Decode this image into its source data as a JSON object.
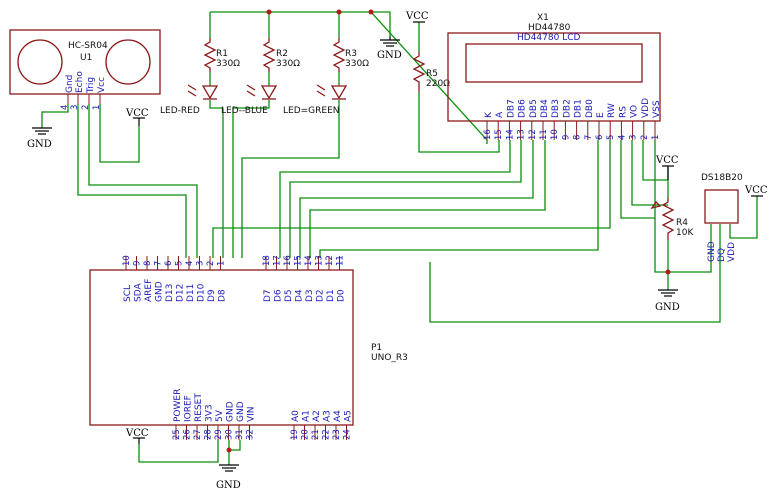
{
  "sensor": {
    "name": "HC-SR04",
    "ref": "U1",
    "pins": [
      {
        "num": "4",
        "label": "Gnd"
      },
      {
        "num": "3",
        "label": "Echo"
      },
      {
        "num": "2",
        "label": "Trig"
      },
      {
        "num": "1",
        "label": "Vcc"
      }
    ]
  },
  "resistors": [
    {
      "ref": "R1",
      "value": "330Ω"
    },
    {
      "ref": "R2",
      "value": "330Ω"
    },
    {
      "ref": "R3",
      "value": "330Ω"
    },
    {
      "ref": "R5",
      "value": "220Ω"
    },
    {
      "ref": "R4",
      "value": "10K"
    }
  ],
  "leds": [
    {
      "label": "LED-RED"
    },
    {
      "label": "LED--BLUE"
    },
    {
      "label": "LED=GREEN"
    }
  ],
  "lcd": {
    "ref": "X1",
    "part": "HD44780",
    "title": "HD44780 LCD",
    "pins": [
      {
        "num": "16",
        "label": "K"
      },
      {
        "num": "15",
        "label": "A"
      },
      {
        "num": "14",
        "label": "DB7"
      },
      {
        "num": "13",
        "label": "DB6"
      },
      {
        "num": "12",
        "label": "DB5"
      },
      {
        "num": "11",
        "label": "DB4"
      },
      {
        "num": "10",
        "label": "DB3"
      },
      {
        "num": "9",
        "label": "DB2"
      },
      {
        "num": "8",
        "label": "DB1"
      },
      {
        "num": "7",
        "label": "DB0"
      },
      {
        "num": "6",
        "label": "E"
      },
      {
        "num": "5",
        "label": "RW"
      },
      {
        "num": "4",
        "label": "RS"
      },
      {
        "num": "3",
        "label": "VO"
      },
      {
        "num": "2",
        "label": "VDD"
      },
      {
        "num": "1",
        "label": "VSS"
      }
    ]
  },
  "temp_sensor": {
    "name": "DS18B20",
    "pins": [
      {
        "label": "GND"
      },
      {
        "label": "DQ"
      },
      {
        "label": "VDD"
      }
    ]
  },
  "arduino": {
    "ref": "P1",
    "part": "UNO_R3",
    "top_left_pins": [
      {
        "num": "10",
        "label": "SCL"
      },
      {
        "num": "9",
        "label": "SDA"
      },
      {
        "num": "8",
        "label": "AREF"
      },
      {
        "num": "7",
        "label": "GND"
      },
      {
        "num": "6",
        "label": "D13"
      },
      {
        "num": "5",
        "label": "D12"
      },
      {
        "num": "4",
        "label": "D11"
      },
      {
        "num": "3",
        "label": "D10"
      },
      {
        "num": "2",
        "label": "D9"
      },
      {
        "num": "1",
        "label": "D8"
      }
    ],
    "top_right_pins": [
      {
        "num": "18",
        "label": "D7"
      },
      {
        "num": "17",
        "label": "D6"
      },
      {
        "num": "16",
        "label": "D5"
      },
      {
        "num": "15",
        "label": "D4"
      },
      {
        "num": "14",
        "label": "D3"
      },
      {
        "num": "13",
        "label": "D2"
      },
      {
        "num": "12",
        "label": "D1"
      },
      {
        "num": "11",
        "label": "D0"
      }
    ],
    "bottom_left_pins": [
      {
        "num": "25",
        "label": "POWER"
      },
      {
        "num": "26",
        "label": "IOREF"
      },
      {
        "num": "27",
        "label": "RESET"
      },
      {
        "num": "28",
        "label": "3V3"
      },
      {
        "num": "29",
        "label": "5V"
      },
      {
        "num": "30",
        "label": "GND"
      },
      {
        "num": "31",
        "label": "GND"
      },
      {
        "num": "32",
        "label": "VIN"
      }
    ],
    "bottom_right_pins": [
      {
        "num": "19",
        "label": "A0"
      },
      {
        "num": "20",
        "label": "A1"
      },
      {
        "num": "21",
        "label": "A2"
      },
      {
        "num": "22",
        "label": "A3"
      },
      {
        "num": "23",
        "label": "A4"
      },
      {
        "num": "24",
        "label": "A5"
      }
    ]
  },
  "power": {
    "vcc": "VCC",
    "gnd": "GND"
  }
}
